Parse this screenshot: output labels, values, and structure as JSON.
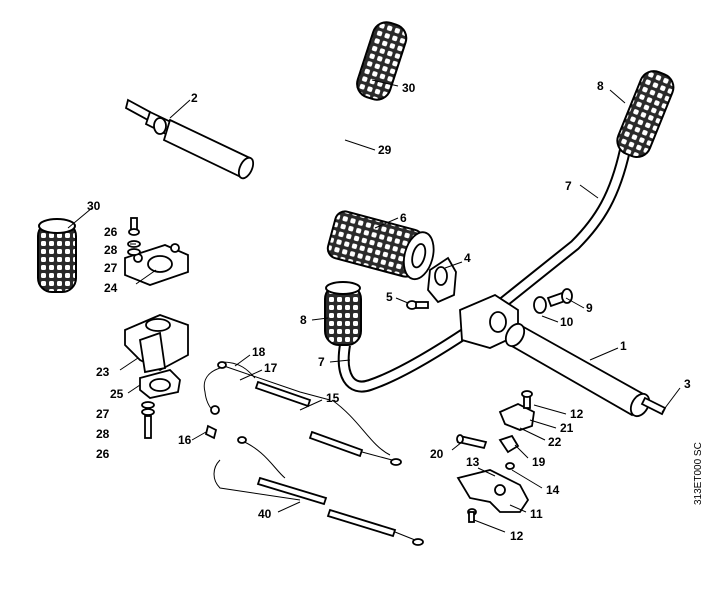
{
  "diagram": {
    "drawing_code": "313ET000 SC",
    "callouts": [
      {
        "key": "p30a",
        "label": "30"
      },
      {
        "key": "p2",
        "label": "2"
      },
      {
        "key": "p29",
        "label": "29"
      },
      {
        "key": "p30b",
        "label": "30"
      },
      {
        "key": "p26a",
        "label": "26"
      },
      {
        "key": "p28a",
        "label": "28"
      },
      {
        "key": "p27a",
        "label": "27"
      },
      {
        "key": "p24",
        "label": "24"
      },
      {
        "key": "p23",
        "label": "23"
      },
      {
        "key": "p25",
        "label": "25"
      },
      {
        "key": "p27b",
        "label": "27"
      },
      {
        "key": "p28b",
        "label": "28"
      },
      {
        "key": "p26b",
        "label": "26"
      },
      {
        "key": "p8a",
        "label": "8"
      },
      {
        "key": "p7a",
        "label": "7"
      },
      {
        "key": "p6",
        "label": "6"
      },
      {
        "key": "p4",
        "label": "4"
      },
      {
        "key": "p5",
        "label": "5"
      },
      {
        "key": "p8b",
        "label": "8"
      },
      {
        "key": "p7b",
        "label": "7"
      },
      {
        "key": "p9",
        "label": "9"
      },
      {
        "key": "p10",
        "label": "10"
      },
      {
        "key": "p1",
        "label": "1"
      },
      {
        "key": "p3",
        "label": "3"
      },
      {
        "key": "p18",
        "label": "18"
      },
      {
        "key": "p17",
        "label": "17"
      },
      {
        "key": "p15",
        "label": "15"
      },
      {
        "key": "p16",
        "label": "16"
      },
      {
        "key": "p40",
        "label": "40"
      },
      {
        "key": "p12a",
        "label": "12"
      },
      {
        "key": "p21",
        "label": "21"
      },
      {
        "key": "p22",
        "label": "22"
      },
      {
        "key": "p20",
        "label": "20"
      },
      {
        "key": "p19",
        "label": "19"
      },
      {
        "key": "p13",
        "label": "13"
      },
      {
        "key": "p14",
        "label": "14"
      },
      {
        "key": "p11",
        "label": "11"
      },
      {
        "key": "p12b",
        "label": "12"
      }
    ]
  }
}
